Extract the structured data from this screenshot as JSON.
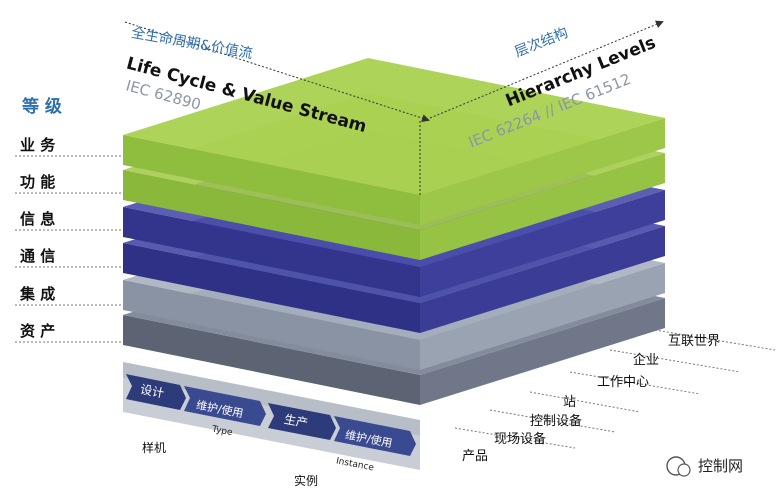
{
  "colors": {
    "green_top": "#a9cf4a",
    "green_side": "#8ab83b",
    "blue_top": "#4548a6",
    "blue_side": "#2f3187",
    "gray_top": "#a7b0bf",
    "gray_side": "#7e8797",
    "slate_top": "#7d8597",
    "slate_side": "#5c6474",
    "accent_blue": "#2e6fb0"
  },
  "left_axis": {
    "title": "等 级",
    "layers": [
      "业 务",
      "功 能",
      "信 息",
      "通 信",
      "集 成",
      "资 产"
    ]
  },
  "top_left_axis": {
    "title_cn": "全生命周期&价值流",
    "title_en": "Life Cycle & Value Stream",
    "standard": "IEC 62890"
  },
  "top_right_axis": {
    "title_cn": "层次结构",
    "title_en": "Hierarchy Levels",
    "standard": "IEC 62264 // IEC 61512"
  },
  "hierarchy_levels": [
    "互联世界",
    "企业",
    "工作中心",
    "站",
    "控制设备",
    "现场设备",
    "产品"
  ],
  "lifecycle": {
    "type": {
      "develop": "设计",
      "maintain": "维护/使用",
      "label_en": "Type",
      "label_cn": "样机"
    },
    "instance": {
      "produce": "生产",
      "maintain": "维护/使用",
      "label_en": "Instance",
      "label_cn": "实例"
    }
  },
  "watermark": "控制网"
}
